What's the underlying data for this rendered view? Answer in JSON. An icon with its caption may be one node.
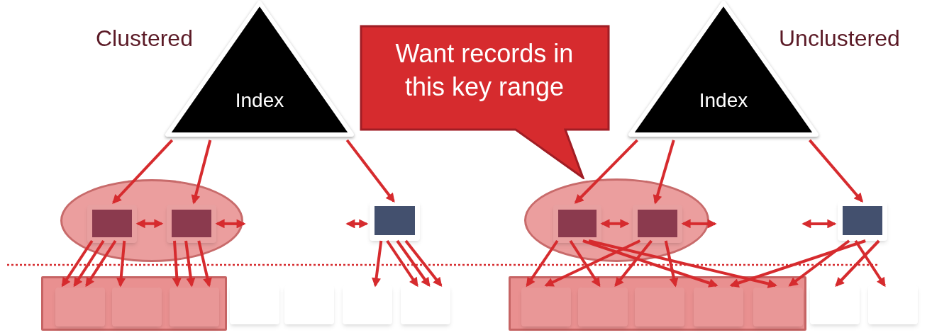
{
  "diagram": {
    "nodes": [
      {
        "text": [
          "Index"
        ]
      },
      {
        "text": [],
        "shape": "ellipse"
      },
      {
        "text": [],
        "shape": "box",
        "in": 1
      },
      {
        "text": [],
        "shape": "box",
        "in": 1
      },
      {
        "text": [],
        "shape": "box"
      },
      {
        "text": [],
        "shape": "bar"
      },
      {
        "text": [],
        "shape": "box",
        "in": 5
      },
      {
        "text": [],
        "shape": "box",
        "in": 5
      },
      {
        "text": [],
        "shape": "box",
        "in": 5
      },
      {
        "text": [],
        "shape": "box"
      },
      {
        "text": [],
        "shape": "box"
      },
      {
        "text": [],
        "shape": "box"
      },
      {
        "text": [],
        "shape": "box"
      },
      {
        "text": [
          "Want records in this key range"
        ]
      },
      {
        "text": [
          "Index"
        ]
      },
      {
        "text": [],
        "shape": "ellipse"
      },
      {
        "text": [],
        "shape": "box",
        "in": 15
      },
      {
        "text": [],
        "shape": "box",
        "in": 15
      },
      {
        "text": [],
        "shape": "box"
      },
      {
        "text": [],
        "shape": "bar"
      },
      {
        "text": [],
        "shape": "box",
        "in": 19
      },
      {
        "text": [],
        "shape": "box",
        "in": 19
      },
      {
        "text": [],
        "shape": "box",
        "in": 19
      },
      {
        "text": [],
        "shape": "box",
        "in": 19
      },
      {
        "text": [],
        "shape": "box",
        "in": 19
      },
      {
        "text": [],
        "shape": "box"
      },
      {
        "text": [],
        "shape": "box"
      }
    ],
    "edges": [
      {
        "from": 0,
        "to": 2,
        "arrow": "to"
      },
      {
        "from": 0,
        "to": 3,
        "arrow": "to"
      },
      {
        "from": 0,
        "to": 4,
        "arrow": "to"
      },
      {
        "from": 2,
        "to": 3,
        "arrow": "both"
      },
      {
        "from": 3,
        "to": null,
        "arrow": "both"
      },
      {
        "from": null,
        "to": 4,
        "arrow": "both"
      },
      {
        "from": 2,
        "to": 6,
        "arrow": "to"
      },
      {
        "from": 2,
        "to": 6,
        "arrow": "to"
      },
      {
        "from": 2,
        "to": 6,
        "arrow": "to"
      },
      {
        "from": 2,
        "to": 7,
        "arrow": "to"
      },
      {
        "from": 3,
        "to": 8,
        "arrow": "to"
      },
      {
        "from": 3,
        "to": 8,
        "arrow": "to"
      },
      {
        "from": 3,
        "to": 8,
        "arrow": "to"
      },
      {
        "from": 4,
        "to": 11,
        "arrow": "to"
      },
      {
        "from": 4,
        "to": 12,
        "arrow": "to"
      },
      {
        "from": 4,
        "to": 12,
        "arrow": "to"
      },
      {
        "from": 4,
        "to": 12,
        "arrow": "to"
      },
      {
        "from": 14,
        "to": 16,
        "arrow": "to"
      },
      {
        "from": 14,
        "to": 17,
        "arrow": "to"
      },
      {
        "from": 14,
        "to": 18,
        "arrow": "to"
      },
      {
        "from": 16,
        "to": 17,
        "arrow": "both"
      },
      {
        "from": 17,
        "to": null,
        "arrow": "both"
      },
      {
        "from": null,
        "to": 18,
        "arrow": "both"
      },
      {
        "from": 16,
        "to": 20,
        "arrow": "to"
      },
      {
        "from": 16,
        "to": 21,
        "arrow": "to"
      },
      {
        "from": 16,
        "to": 23,
        "arrow": "to"
      },
      {
        "from": 16,
        "to": 24,
        "arrow": "to"
      },
      {
        "from": 17,
        "to": 20,
        "arrow": "to"
      },
      {
        "from": 17,
        "to": 21,
        "arrow": "to"
      },
      {
        "from": 17,
        "to": 22,
        "arrow": "to"
      },
      {
        "from": 18,
        "to": 23,
        "arrow": "to"
      },
      {
        "from": 18,
        "to": 24,
        "arrow": "to"
      },
      {
        "from": 18,
        "to": 25,
        "arrow": "to"
      },
      {
        "from": 18,
        "to": 26,
        "arrow": "to"
      }
    ],
    "labels": [
      "Clustered",
      "Unclustered"
    ]
  }
}
